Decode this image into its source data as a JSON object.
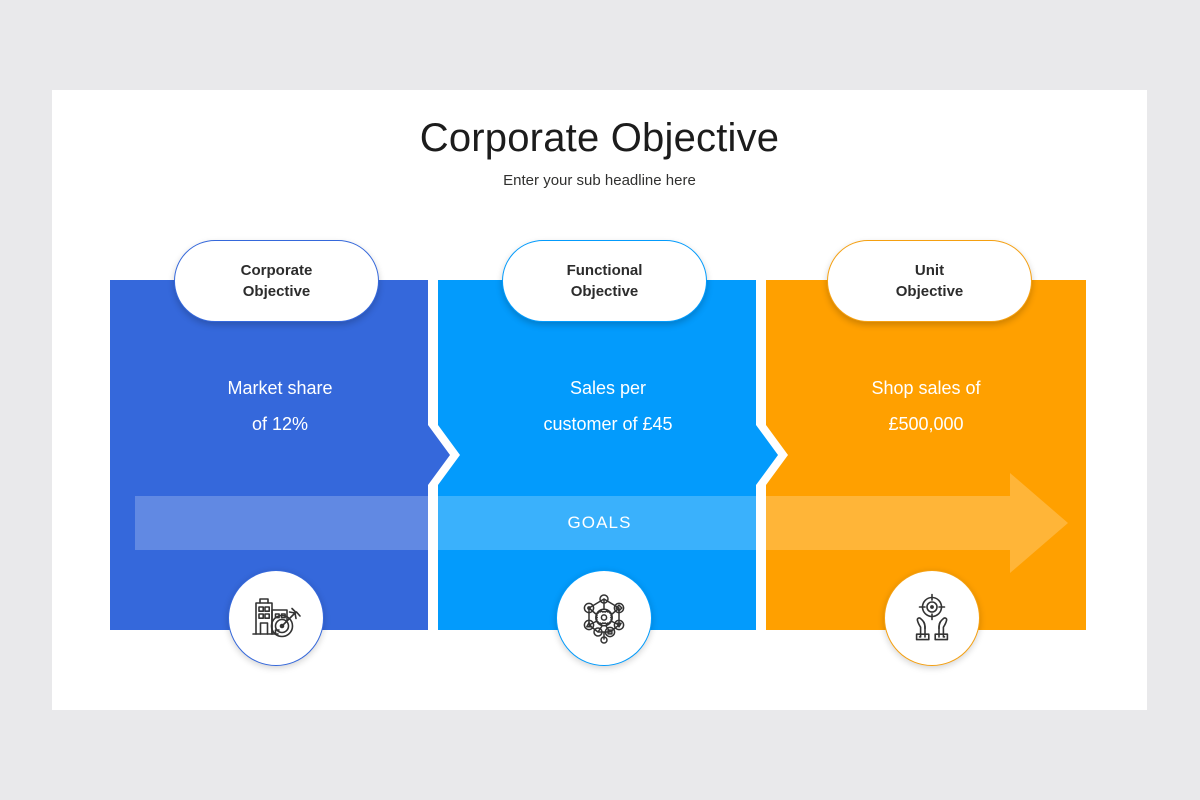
{
  "slide": {
    "title": "Corporate Objective",
    "subtitle": "Enter your sub headline here",
    "background": "#e9e9eb",
    "card_background": "#ffffff"
  },
  "band": {
    "label": "GOALS",
    "shape": "right-arrow",
    "fill": "rgba(255,255,255,0.22)"
  },
  "columns": [
    {
      "pill_line1": "Corporate",
      "pill_line2": "Objective",
      "body_line1": "Market share",
      "body_line2": "of 12%",
      "color": "#3568db",
      "icon": "building-target-icon"
    },
    {
      "pill_line1": "Functional",
      "pill_line2": "Objective",
      "body_line1": "Sales per",
      "body_line2": "customer of £45",
      "color": "#039bfc",
      "icon": "network-gear-icon"
    },
    {
      "pill_line1": "Unit",
      "pill_line2": "Objective",
      "body_line1": "Shop sales of",
      "body_line2": "£500,000",
      "color": "#ffa000",
      "icon": "hands-target-icon"
    }
  ]
}
